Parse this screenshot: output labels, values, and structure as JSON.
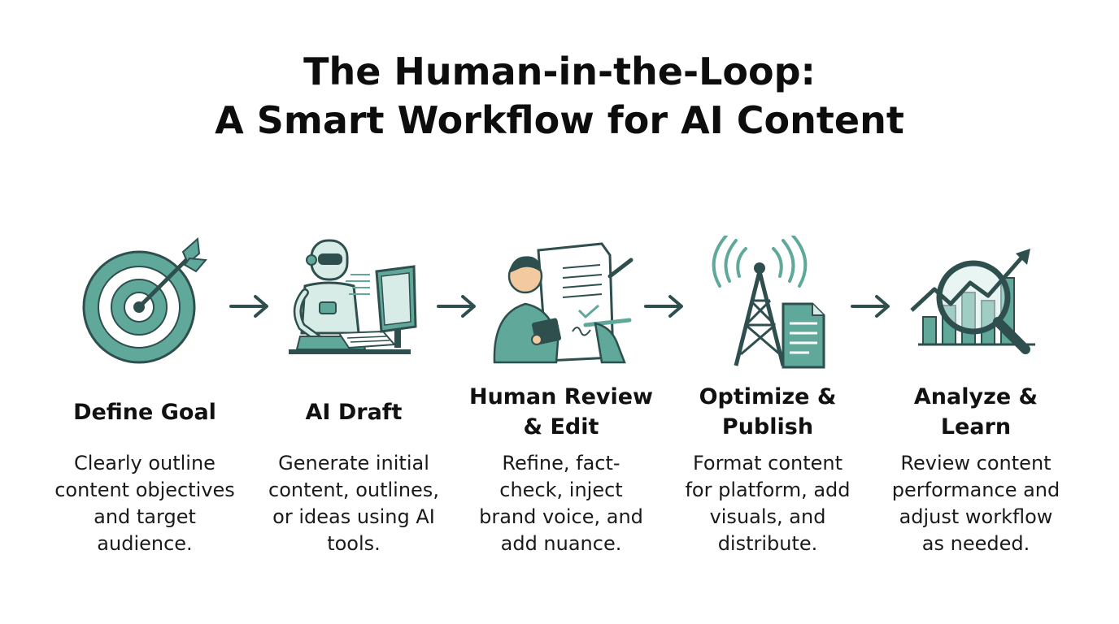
{
  "title": {
    "line1": "The Human-in-the-Loop:",
    "line2": "A Smart Workflow for AI Content"
  },
  "colors": {
    "teal": "#5fa89a",
    "dark": "#2f4f4f",
    "light": "#d7ece7"
  },
  "steps": [
    {
      "icon": "target-icon",
      "heading_lines": [
        "Define Goal"
      ],
      "desc_lines": [
        "Clearly outline",
        "content objectives",
        "and target",
        "audience."
      ]
    },
    {
      "icon": "robot-computer-icon",
      "heading_lines": [
        "AI Draft"
      ],
      "desc_lines": [
        "Generate initial",
        "content, outlines,",
        "or ideas using AI",
        "tools."
      ]
    },
    {
      "icon": "person-editing-document-icon",
      "heading_lines": [
        "Human Review",
        "& Edit"
      ],
      "desc_lines": [
        "Refine, fact-",
        "check, inject",
        "brand voice, and",
        "add nuance."
      ]
    },
    {
      "icon": "broadcast-tower-document-icon",
      "heading_lines": [
        "Optimize &",
        "Publish"
      ],
      "desc_lines": [
        "Format content",
        "for platform, add",
        "visuals, and",
        "distribute."
      ]
    },
    {
      "icon": "magnifier-growth-chart-icon",
      "heading_lines": [
        "Analyze &",
        "Learn"
      ],
      "desc_lines": [
        "Review content",
        "performance and",
        "adjust workflow",
        "as needed."
      ]
    }
  ]
}
